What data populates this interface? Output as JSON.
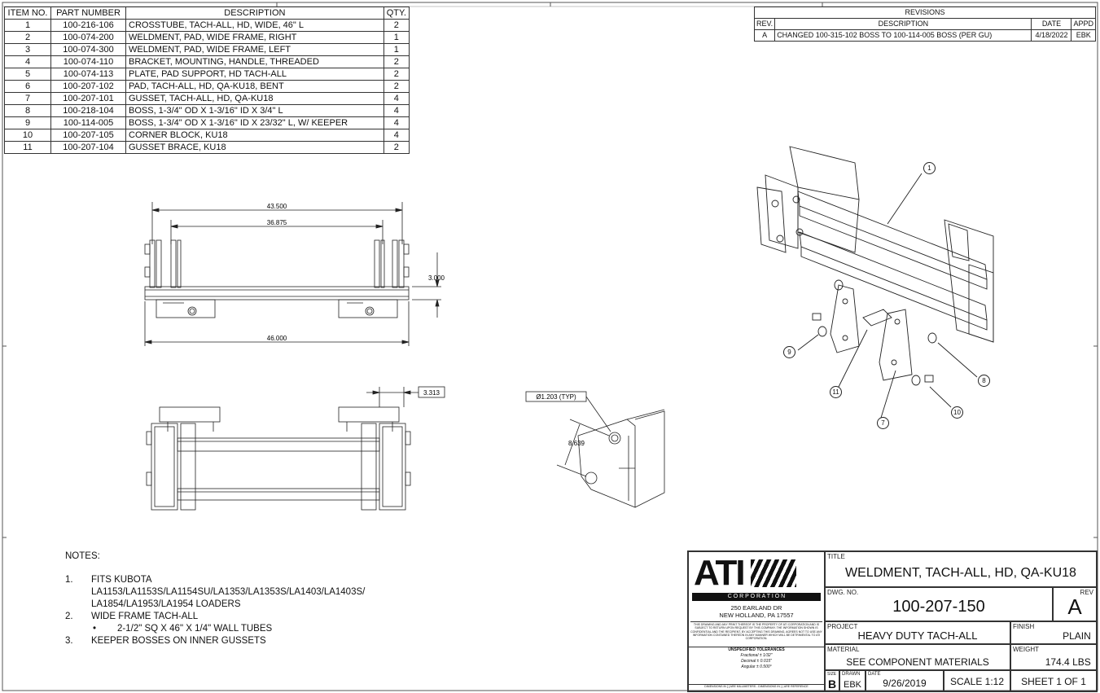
{
  "bom": {
    "headers": [
      "ITEM NO.",
      "PART NUMBER",
      "DESCRIPTION",
      "QTY."
    ],
    "rows": [
      [
        "1",
        "100-216-106",
        "CROSSTUBE, TACH-ALL, HD, WIDE, 46\" L",
        "2"
      ],
      [
        "2",
        "100-074-200",
        "WELDMENT, PAD, WIDE FRAME, RIGHT",
        "1"
      ],
      [
        "3",
        "100-074-300",
        "WELDMENT, PAD, WIDE FRAME, LEFT",
        "1"
      ],
      [
        "4",
        "100-074-110",
        "BRACKET, MOUNTING, HANDLE, THREADED",
        "2"
      ],
      [
        "5",
        "100-074-113",
        "PLATE, PAD SUPPORT, HD TACH-ALL",
        "2"
      ],
      [
        "6",
        "100-207-102",
        "PAD, TACH-ALL, HD, QA-KU18, BENT",
        "2"
      ],
      [
        "7",
        "100-207-101",
        "GUSSET, TACH-ALL, HD, QA-KU18",
        "4"
      ],
      [
        "8",
        "100-218-104",
        "BOSS, 1-3/4\" OD X 1-3/16\" ID X 3/4\" L",
        "4"
      ],
      [
        "9",
        "100-114-005",
        "BOSS, 1-3/4\" OD X 1-3/16\" ID X 23/32\" L, W/ KEEPER",
        "4"
      ],
      [
        "10",
        "100-207-105",
        "CORNER BLOCK, KU18",
        "4"
      ],
      [
        "11",
        "100-207-104",
        "GUSSET BRACE, KU18",
        "2"
      ]
    ]
  },
  "revisions": {
    "title": "REVISIONS",
    "headers": [
      "REV.",
      "DESCRIPTION",
      "DATE",
      "APPD"
    ],
    "rows": [
      [
        "A",
        "CHANGED 100-315-102 BOSS TO 100-114-005 BOSS (PER GU)",
        "4/18/2022",
        "EBK"
      ]
    ]
  },
  "dimensions": {
    "overall_top": "43.500",
    "inner_top": "36.875",
    "height": "3.000",
    "overall_bottom": "46.000",
    "front_offset": "3.313",
    "hole_dia": "Ø1.203 (TYP)",
    "hole_spacing": "8.639"
  },
  "balloons": [
    "1",
    "9",
    "11",
    "7",
    "8",
    "10"
  ],
  "notes": {
    "heading": "NOTES:",
    "items": [
      {
        "num": "1.",
        "lines": [
          "FITS KUBOTA",
          "LA1153/LA1153S/LA1154SU/LA1353/LA1353S/LA1403/LA1403S/",
          "LA1854/LA1953/LA1954 LOADERS"
        ]
      },
      {
        "num": "2.",
        "lines": [
          "WIDE FRAME TACH-ALL"
        ]
      },
      {
        "num": "•",
        "lines": [
          "2-1/2\" SQ X 46\" X 1/4\" WALL TUBES"
        ]
      },
      {
        "num": "3.",
        "lines": [
          "KEEPER BOSSES ON INNER GUSSETS"
        ]
      }
    ]
  },
  "company": {
    "logo": "ATI",
    "logo_sub": "C O R P O R A T I O N",
    "address1": "250 EARLAND DR",
    "address2": "NEW HOLLAND, PA 17557",
    "disclaimer": "THIS DRAWING AND ANY PRINT THEREOF IS THE PROPERTY OF ATI CORPORATION AND IS SUBJECT TO RETURN UPON REQUEST BY THIS COMPANY. THE INFORMATION SHOWN IS CONFIDENTIAL AND THE RECIPIENT, BY ACCEPTING THIS DRAWING, AGREES NOT TO USE ANY INFORMATION CONTAINED THEREON IN ANY MANNER WHICH WILL BE DETRIMENTAL TO ATI CORPORATION.",
    "tol_title": "UNSPECIFIED TOLERANCES",
    "tol_fractional": "Fractional  ± 1/32\"",
    "tol_decimal": "Decimal  ± 0.015\"",
    "tol_angular": "Angular  ± 0.500°",
    "dim_note": "DIMENSIONS IN [ ] ARE MILLIMETERS - DIMENSIONS IN ( ) ARE REFERENCE"
  },
  "titleblock": {
    "title_label": "TITLE",
    "title": "WELDMENT, TACH-ALL, HD, QA-KU18",
    "dwg_label": "DWG. NO.",
    "dwg_no": "100-207-150",
    "rev_label": "REV",
    "rev": "A",
    "project_label": "PROJECT",
    "project": "HEAVY DUTY TACH-ALL",
    "finish_label": "FINISH",
    "finish": "PLAIN",
    "material_label": "MATERIAL",
    "material": "SEE COMPONENT MATERIALS",
    "weight_label": "WEIGHT",
    "weight": "174.4 LBS",
    "size_label": "SIZE",
    "size": "B",
    "drawn_label": "DRAWN",
    "drawn": "EBK",
    "date_label": "DATE",
    "date": "9/26/2019",
    "scale": "SCALE 1:12",
    "sheet": "SHEET 1 OF 1"
  }
}
